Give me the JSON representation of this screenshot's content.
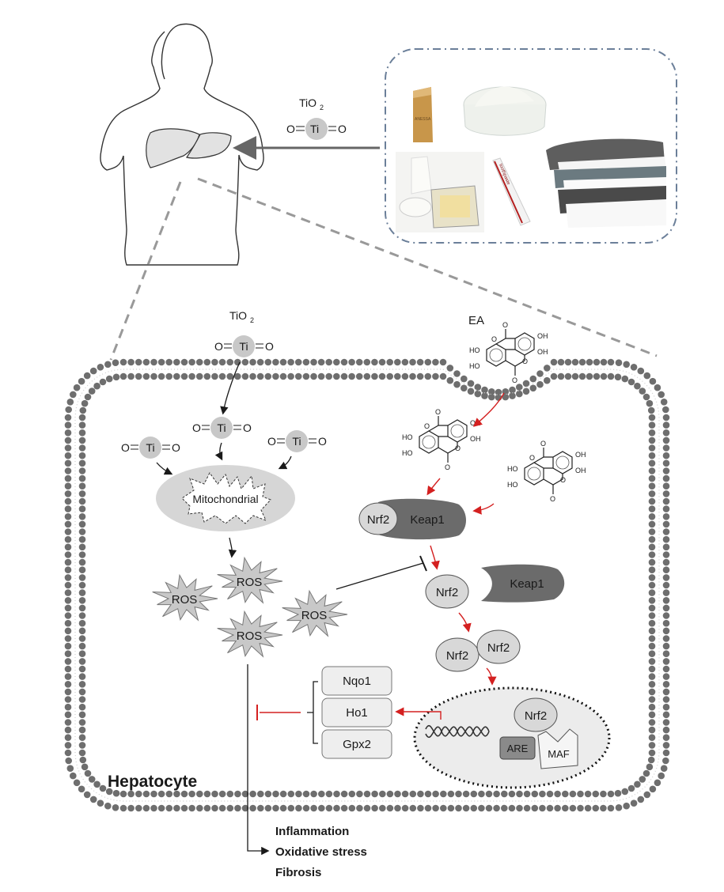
{
  "figure": {
    "top_panel": {
      "tio2_label": "TiO",
      "tio2_subscript": "2",
      "molecule": {
        "left_o": "O",
        "center": "Ti",
        "right_o": "O"
      },
      "sources": [
        "sunscreen",
        "white powder",
        "dairy products",
        "toothpaste",
        "textiles"
      ],
      "sunscreen_brand": "ANESSA",
      "toothpaste_label": "toothpaste"
    },
    "cell": {
      "title": "Hepatocyte",
      "tio2_label": "TiO",
      "tio2_subscript": "2",
      "ti_atom": "Ti",
      "oxygen": "O",
      "ea_label": "EA",
      "mitochondria_label": "Mitochondrial",
      "ros_label": "ROS",
      "nrf2_label": "Nrf2",
      "keap1_label": "Keap1",
      "are_label": "ARE",
      "maf_label": "MAF",
      "oh_label": "OH",
      "ho_label": "HO",
      "genes": [
        "Nqo1",
        "Ho1",
        "Gpx2"
      ]
    },
    "outcomes": [
      "Inflammation",
      "Oxidative stress",
      "Fibrosis"
    ],
    "colors": {
      "membrane": "#6e6e6e",
      "activation_arrow": "#d42020",
      "neutral_arrow": "#1a1a1a",
      "keap1": "#6b6b6b",
      "nrf2": "#d4d4d4",
      "ros": "#c8c8c8",
      "source_box": "#6b7f99"
    }
  }
}
